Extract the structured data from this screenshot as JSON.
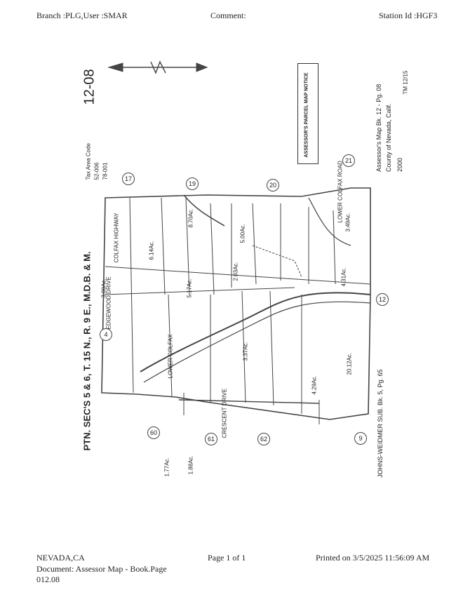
{
  "header": {
    "branch_user": "Branch :PLG,User :SMAR",
    "comment": "Comment:",
    "station": "Station Id :HGF3"
  },
  "map": {
    "book_page": "12-08",
    "title": "PTN. SEC'S 5 & 6, T. 15 N., R. 9 E., M.D.B. & M.",
    "tax_area": [
      "Tax Area Code",
      "52-006",
      "78-001"
    ],
    "assessor_caption": [
      "Assessor's Map Bk. 12 - Pg. 08",
      "County of Nevada, Calif.",
      "2000"
    ],
    "tm": "TM 12/15",
    "notice_title": "ASSESSOR'S PARCEL MAP NOTICE",
    "subdivision": "JOHNS-WEIDMER SUB. Bk. 5, Pg. 65",
    "roads": [
      "COLFAX HIGHWAY",
      "LOWER COLFAX ROAD",
      "EDGEWOOD DRIVE",
      "CRESCENT DRIVE",
      "LOWER COLFAX"
    ],
    "page_numbers": [
      "17",
      "19",
      "20",
      "21",
      "4",
      "12",
      "9",
      "60",
      "61",
      "62"
    ],
    "acreage": [
      "8.70Ac.",
      "6.14Ac.",
      "5.00Ac.",
      "3.00Ac.",
      "2.03Ac.",
      "4.31Ac.",
      "3.49Ac.",
      "5.17Ac.",
      "20.12Ac.",
      "1.77Ac.",
      "1.88Ac.",
      "3.37Ac.",
      "4.29Ac."
    ]
  },
  "footer": {
    "location": "NEVADA,CA",
    "document": "Document: Assessor Map - Book.Page",
    "doc_id": "012.08",
    "page": "Page 1 of 1",
    "printed": "Printed on 3/5/2025 11:56:09 AM"
  }
}
